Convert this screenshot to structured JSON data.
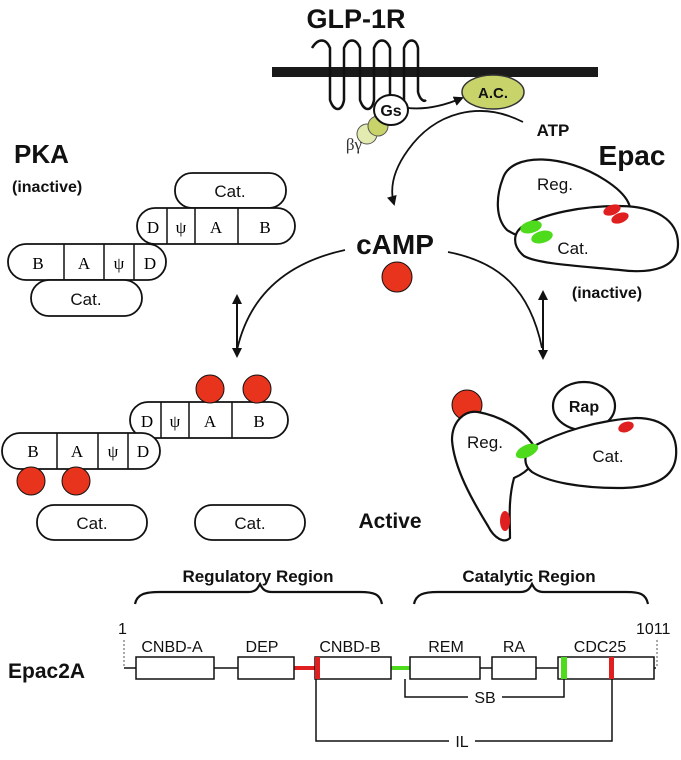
{
  "receptor": {
    "label": "GLP-1R"
  },
  "gs": {
    "label": "Gs"
  },
  "beta_gamma": {
    "label": "βγ"
  },
  "adenylyl_cyclase": {
    "label": "A.C."
  },
  "atp": {
    "label": "ATP"
  },
  "camp": {
    "label": "cAMP"
  },
  "pka": {
    "title": "PKA",
    "state": "(inactive)"
  },
  "pka_subunits": {
    "cat": "Cat.",
    "d": "D",
    "psi": "ψ",
    "a": "A",
    "b": "B"
  },
  "epac": {
    "title": "Epac",
    "state": "(inactive)",
    "reg": "Reg.",
    "cat": "Cat.",
    "rap": "Rap"
  },
  "active_label": "Active",
  "domain_map": {
    "regulatory_region": "Regulatory Region",
    "catalytic_region": "Catalytic Region",
    "protein": "Epac2A",
    "start": "1",
    "end": "1011",
    "domains": [
      "CNBD-A",
      "DEP",
      "CNBD-B",
      "REM",
      "RA",
      "CDC25"
    ],
    "sb_label": "SB",
    "il_label": "IL"
  },
  "colors": {
    "camp": "#e8341c",
    "hinge_red": "#e02020",
    "hinge_green": "#4ddb1c",
    "adenylyl_cyclase": "#c8d46a",
    "beta_gamma": "#c8d46a",
    "beta_gamma_light": "#e4ebb0",
    "membrane": "#1a1a1a"
  }
}
